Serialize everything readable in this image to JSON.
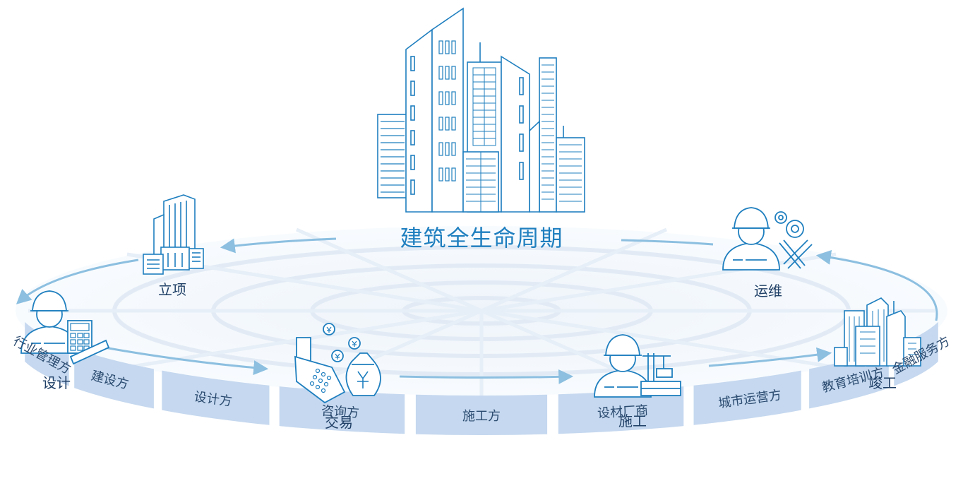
{
  "title": "建筑全生命周期",
  "stages": {
    "lixiang": "立项",
    "sheji": "设计",
    "jiaoyi": "交易",
    "shigong": "施工",
    "jungong": "竣工",
    "yunwei": "运维"
  },
  "parties": [
    "行业管理方",
    "建设方",
    "设计方",
    "咨询方",
    "施工方",
    "设材厂商",
    "城市运营方",
    "教育培训方",
    "金融服务方"
  ],
  "icons": {
    "skyline": "city-skyline-icon",
    "lixiang": "building-block-icon",
    "sheji": "engineer-calculator-icon",
    "jiaoyi": "pos-moneybag-icon",
    "shigong": "engineer-crane-icon",
    "jungong": "skyscraper-icon",
    "yunwei": "engineer-tools-icon"
  },
  "colors": {
    "icon_line": "#1f7fbf",
    "label_text": "#1f3f66",
    "band_fill": "#c5d8ef",
    "arrow": "#8cbfe0"
  }
}
